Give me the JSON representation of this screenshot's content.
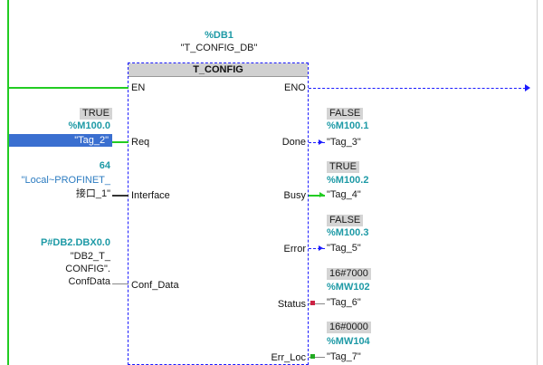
{
  "block": {
    "instance_db": "%DB1",
    "instance_db_name": "\"T_CONFIG_DB\"",
    "title": "T_CONFIG"
  },
  "pins": {
    "en": "EN",
    "eno": "ENO",
    "req": "Req",
    "interface": "Interface",
    "conf_data": "Conf_Data",
    "done": "Done",
    "busy": "Busy",
    "error": "Error",
    "status": "Status",
    "err_loc": "Err_Loc"
  },
  "inputs": {
    "req": {
      "value": "TRUE",
      "address": "%M100.0",
      "tag": "\"Tag_2\""
    },
    "interface": {
      "value": "64",
      "tag_line1": "\"Local~PROFINET_",
      "tag_line2": "接口_1\""
    },
    "conf_data": {
      "address": "P#DB2.DBX0.0",
      "line1": "\"DB2_T_",
      "line2": "CONFIG\".",
      "line3": "ConfData"
    }
  },
  "outputs": {
    "done": {
      "value": "FALSE",
      "address": "%M100.1",
      "tag": "\"Tag_3\""
    },
    "busy": {
      "value": "TRUE",
      "address": "%M100.2",
      "tag": "\"Tag_4\""
    },
    "error": {
      "value": "FALSE",
      "address": "%M100.3",
      "tag": "\"Tag_5\""
    },
    "status": {
      "value": "16#7000",
      "address": "%MW102",
      "tag": "\"Tag_6\""
    },
    "err_loc": {
      "value": "16#0000",
      "address": "%MW104",
      "tag": "\"Tag_7\""
    }
  },
  "colors": {
    "power_flow": "#22cc22",
    "no_flow": "#1a1aff",
    "teal_address": "#1e9aa6",
    "selection": "#3a6fd0",
    "block_header": "#d0d0d0"
  }
}
